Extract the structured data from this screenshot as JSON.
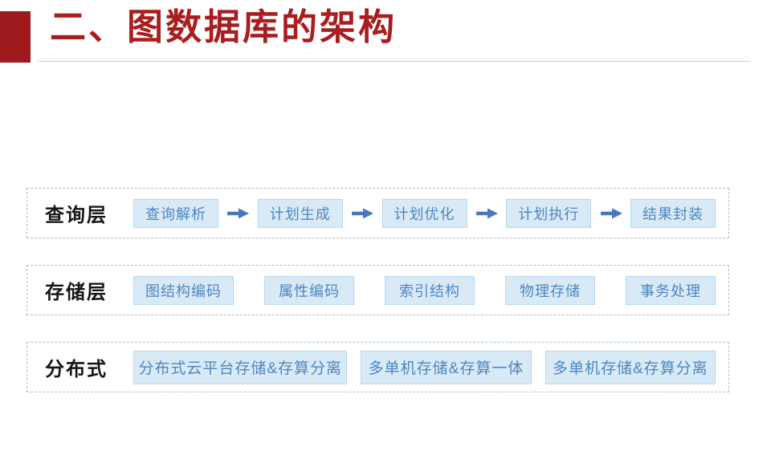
{
  "slide": {
    "title": "二、图数据库的架构",
    "title_color": "#a91d1f",
    "accent_square_color": "#9e1a1d",
    "divider_color": "#cccccc"
  },
  "layers": [
    {
      "label": "查询层",
      "type": "flow-with-arrows",
      "boxes": [
        "查询解析",
        "计划生成",
        "计划优化",
        "计划执行",
        "结果封装"
      ]
    },
    {
      "label": "存储层",
      "type": "plain",
      "boxes": [
        "图结构编码",
        "属性编码",
        "索引结构",
        "物理存储",
        "事务处理"
      ]
    },
    {
      "label": "分布式",
      "type": "plain",
      "boxes": [
        "分布式云平台存储&存算分离",
        "多单机存储&存算一体",
        "多单机存储&存算分离"
      ]
    }
  ],
  "styles": {
    "box_fill": "#d9eaf7",
    "box_border": "#b7d7ee",
    "box_text_color": "#4e86bf",
    "arrow_color": "#4678bf",
    "dashed_border_color": "#b3bbc3",
    "label_text_color": "#161616"
  }
}
